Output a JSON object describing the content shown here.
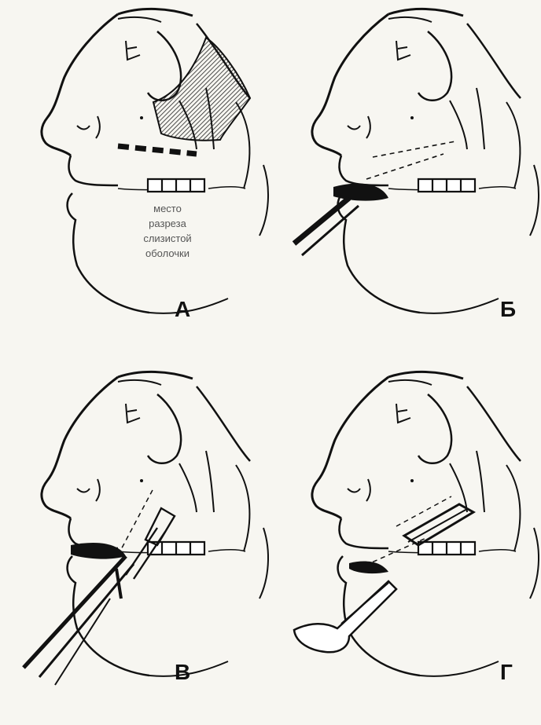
{
  "panels": [
    {
      "id": "a",
      "label": "А"
    },
    {
      "id": "b",
      "label": "Б"
    },
    {
      "id": "v",
      "label": "В"
    },
    {
      "id": "g",
      "label": "Г"
    }
  ],
  "incision_note": {
    "lines": [
      "место",
      "разреза",
      "слизистой",
      "оболочки"
    ]
  },
  "colors": {
    "ink": "#111111",
    "paper": "#f7f6f1",
    "note_text": "#555555"
  }
}
